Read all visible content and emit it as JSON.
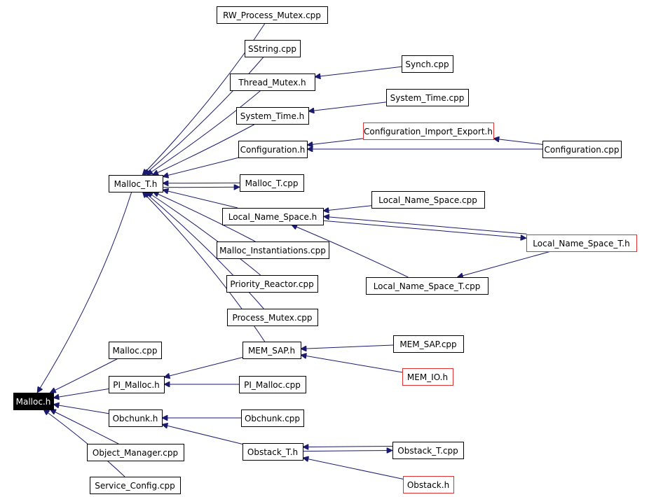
{
  "colors": {
    "edge": "#1a1a6e",
    "node_border": "#000000",
    "highlight_border": "#e03030",
    "root_fill": "#000000",
    "root_text": "#ffffff"
  },
  "nodes": {
    "malloc_h": {
      "label": "Malloc.h",
      "style": "root"
    },
    "malloc_t_h": {
      "label": "Malloc_T.h"
    },
    "malloc_cpp": {
      "label": "Malloc.cpp"
    },
    "pi_malloc_h": {
      "label": "PI_Malloc.h"
    },
    "obchunk_h": {
      "label": "Obchunk.h"
    },
    "object_manager_cpp": {
      "label": "Object_Manager.cpp"
    },
    "service_config_cpp": {
      "label": "Service_Config.cpp"
    },
    "rw_process_mutex_cpp": {
      "label": "RW_Process_Mutex.cpp"
    },
    "sstring_cpp": {
      "label": "SString.cpp"
    },
    "thread_mutex_h": {
      "label": "Thread_Mutex.h"
    },
    "system_time_h": {
      "label": "System_Time.h"
    },
    "configuration_h": {
      "label": "Configuration.h"
    },
    "malloc_t_cpp": {
      "label": "Malloc_T.cpp"
    },
    "local_name_space_h": {
      "label": "Local_Name_Space.h"
    },
    "malloc_instantiations_cpp": {
      "label": "Malloc_Instantiations.cpp"
    },
    "priority_reactor_cpp": {
      "label": "Priority_Reactor.cpp"
    },
    "process_mutex_cpp": {
      "label": "Process_Mutex.cpp"
    },
    "mem_sap_h": {
      "label": "MEM_SAP.h"
    },
    "pi_malloc_cpp": {
      "label": "PI_Malloc.cpp"
    },
    "obchunk_cpp": {
      "label": "Obchunk.cpp"
    },
    "obstack_t_h": {
      "label": "Obstack_T.h"
    },
    "synch_cpp": {
      "label": "Synch.cpp"
    },
    "system_time_cpp": {
      "label": "System_Time.cpp"
    },
    "configuration_import_export_h": {
      "label": "Configuration_Import_Export.h",
      "style": "red"
    },
    "configuration_cpp": {
      "label": "Configuration.cpp"
    },
    "local_name_space_cpp": {
      "label": "Local_Name_Space.cpp"
    },
    "local_name_space_t_h": {
      "label": "Local_Name_Space_T.h",
      "style": "red"
    },
    "local_name_space_t_cpp": {
      "label": "Local_Name_Space_T.cpp"
    },
    "mem_sap_cpp": {
      "label": "MEM_SAP.cpp"
    },
    "mem_io_h": {
      "label": "MEM_IO.h",
      "style": "red"
    },
    "obstack_t_cpp": {
      "label": "Obstack_T.cpp"
    },
    "obstack_h": {
      "label": "Obstack.h",
      "style": "red"
    }
  },
  "edges": [
    {
      "from": "malloc_t_h",
      "to": "malloc_h"
    },
    {
      "from": "malloc_cpp",
      "to": "malloc_h"
    },
    {
      "from": "pi_malloc_h",
      "to": "malloc_h"
    },
    {
      "from": "obchunk_h",
      "to": "malloc_h"
    },
    {
      "from": "object_manager_cpp",
      "to": "malloc_h"
    },
    {
      "from": "service_config_cpp",
      "to": "malloc_h"
    },
    {
      "from": "rw_process_mutex_cpp",
      "to": "malloc_t_h"
    },
    {
      "from": "sstring_cpp",
      "to": "malloc_t_h"
    },
    {
      "from": "thread_mutex_h",
      "to": "malloc_t_h"
    },
    {
      "from": "system_time_h",
      "to": "malloc_t_h"
    },
    {
      "from": "configuration_h",
      "to": "malloc_t_h"
    },
    {
      "from": "malloc_t_cpp",
      "to": "malloc_t_h"
    },
    {
      "from": "malloc_t_h",
      "to": "malloc_t_cpp"
    },
    {
      "from": "local_name_space_h",
      "to": "malloc_t_h"
    },
    {
      "from": "malloc_instantiations_cpp",
      "to": "malloc_t_h"
    },
    {
      "from": "priority_reactor_cpp",
      "to": "malloc_t_h"
    },
    {
      "from": "process_mutex_cpp",
      "to": "malloc_t_h"
    },
    {
      "from": "mem_sap_h",
      "to": "malloc_t_h"
    },
    {
      "from": "mem_sap_h",
      "to": "pi_malloc_h"
    },
    {
      "from": "pi_malloc_cpp",
      "to": "pi_malloc_h"
    },
    {
      "from": "obchunk_cpp",
      "to": "obchunk_h"
    },
    {
      "from": "obstack_t_h",
      "to": "obchunk_h"
    },
    {
      "from": "synch_cpp",
      "to": "thread_mutex_h"
    },
    {
      "from": "system_time_cpp",
      "to": "system_time_h"
    },
    {
      "from": "configuration_import_export_h",
      "to": "configuration_h"
    },
    {
      "from": "configuration_cpp",
      "to": "configuration_h"
    },
    {
      "from": "configuration_cpp",
      "to": "configuration_import_export_h"
    },
    {
      "from": "local_name_space_cpp",
      "to": "local_name_space_h"
    },
    {
      "from": "local_name_space_h",
      "to": "local_name_space_t_h"
    },
    {
      "from": "local_name_space_t_h",
      "to": "local_name_space_h"
    },
    {
      "from": "local_name_space_t_cpp",
      "to": "local_name_space_h"
    },
    {
      "from": "local_name_space_t_h",
      "to": "local_name_space_t_cpp"
    },
    {
      "from": "mem_sap_cpp",
      "to": "mem_sap_h"
    },
    {
      "from": "mem_io_h",
      "to": "mem_sap_h"
    },
    {
      "from": "obstack_t_h",
      "to": "obstack_t_cpp"
    },
    {
      "from": "obstack_t_cpp",
      "to": "obstack_t_h"
    },
    {
      "from": "obstack_h",
      "to": "obstack_t_h"
    }
  ]
}
